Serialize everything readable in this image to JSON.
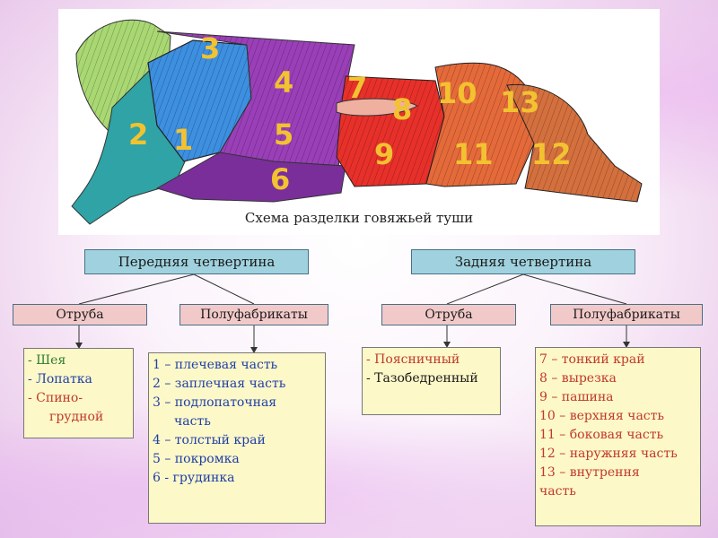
{
  "caption": "Схема разделки говяжьей туши",
  "numbers": [
    "1",
    "2",
    "3",
    "4",
    "5",
    "6",
    "7",
    "8",
    "9",
    "10",
    "11",
    "12",
    "13"
  ],
  "front": {
    "title": "Передняя   четвертина",
    "cuts_label": "Отруба",
    "semi_label": "Полуфабрикаты",
    "cuts": [
      "- Шея",
      "- Лопатка",
      "- Спино-",
      "грудной"
    ],
    "semi": [
      "1 – плечевая часть",
      "2 – заплечная часть",
      "3 – подлопаточная",
      "часть",
      "4 – толстый край",
      "5 – покромка",
      "6 - грудинка"
    ]
  },
  "rear": {
    "title": "Задняя  четвертина",
    "cuts_label": "Отруба",
    "semi_label": "Полуфабрикаты",
    "cuts": [
      "- Поясничный",
      "- Тазобедренный"
    ],
    "semi": [
      "7 – тонкий край",
      "8 – вырезка",
      "9 – пашина",
      "10 – верхняя часть",
      "11 – боковая часть",
      "12 – наружняя часть",
      "13 – внутрення",
      "часть"
    ]
  },
  "colors": {
    "number": "#f2c230",
    "header_bg": "#9fd2de",
    "subheader_bg": "#f2c9c9",
    "list_bg": "#fdf8c8",
    "text_blue": "#1f3fa8",
    "text_red": "#c0392b",
    "text_green": "#2e7d32"
  }
}
